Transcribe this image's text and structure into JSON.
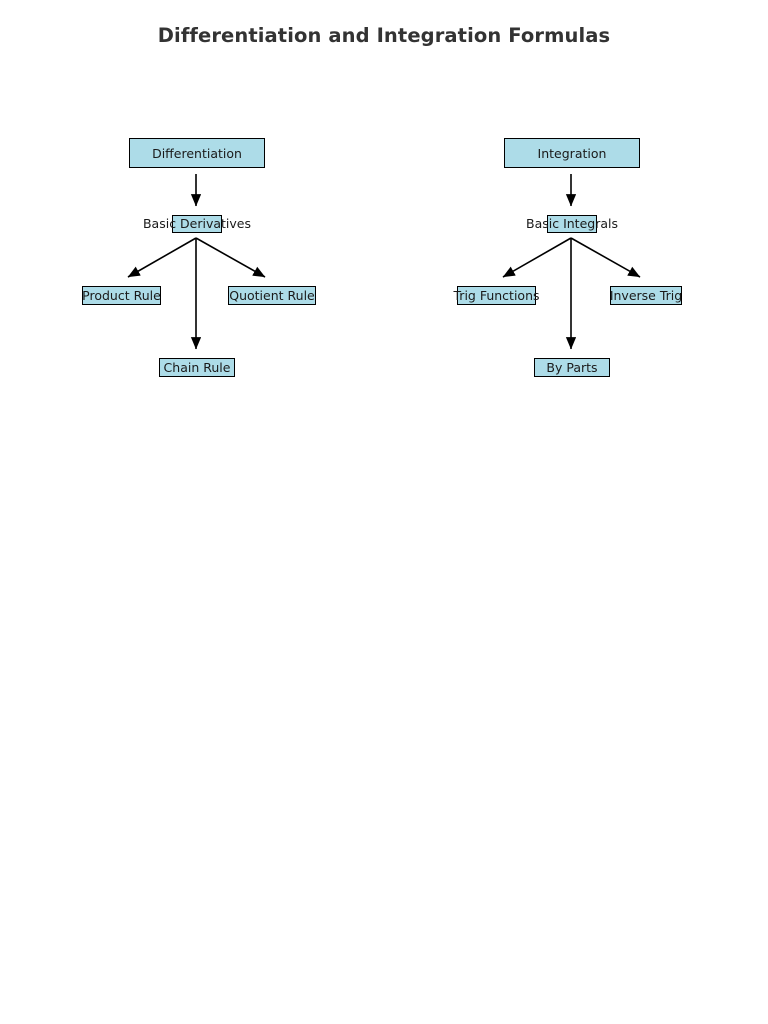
{
  "page": {
    "title": "Differentiation and Integration Formulas",
    "background_color": "#ffffff",
    "title_color": "#333333"
  },
  "style": {
    "node_fill": "#addce8",
    "node_border": "#000000",
    "edge_color": "#000000",
    "text_color": "#1a1a1a"
  },
  "diagram": {
    "type": "tree",
    "branches": [
      {
        "root": "Differentiation",
        "child": "Basic Derivatives",
        "leaves": [
          "Product Rule",
          "Quotient Rule",
          "Chain Rule"
        ]
      },
      {
        "root": "Integration",
        "child": "Basic Integrals",
        "leaves": [
          "Trig Functions",
          "Inverse Trig",
          "By Parts"
        ]
      }
    ],
    "nodes": {
      "differentiation": "Differentiation",
      "basic_derivatives": "Basic Derivatives",
      "product_rule": "Product Rule",
      "quotient_rule": "Quotient Rule",
      "chain_rule": "Chain Rule",
      "integration": "Integration",
      "basic_integrals": "Basic Integrals",
      "trig_functions": "Trig Functions",
      "inverse_trig": "Inverse Trig",
      "by_parts": "By Parts"
    },
    "edges": [
      {
        "from": "Differentiation",
        "to": "Basic Derivatives"
      },
      {
        "from": "Basic Derivatives",
        "to": "Product Rule"
      },
      {
        "from": "Basic Derivatives",
        "to": "Quotient Rule"
      },
      {
        "from": "Basic Derivatives",
        "to": "Chain Rule"
      },
      {
        "from": "Integration",
        "to": "Basic Integrals"
      },
      {
        "from": "Basic Integrals",
        "to": "Trig Functions"
      },
      {
        "from": "Basic Integrals",
        "to": "Inverse Trig"
      },
      {
        "from": "Basic Integrals",
        "to": "By Parts"
      }
    ]
  }
}
